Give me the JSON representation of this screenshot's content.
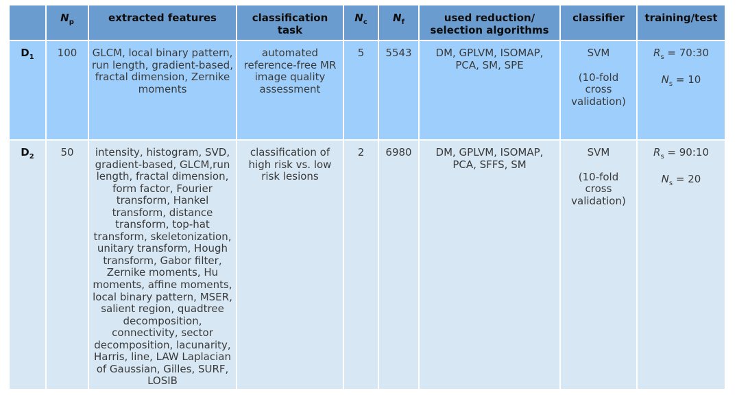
{
  "colors": {
    "page-bg": "#ffffff",
    "header-bg": "#6b9ccf",
    "header-text": "#0d0d0d",
    "row1-bg": "#9ecffc",
    "row2-bg": "#d7e7f3",
    "body-text": "#3a3a3a"
  },
  "table": {
    "header": {
      "dataset": "",
      "np": {
        "var": "N",
        "sub": "p"
      },
      "extracted": "extracted features",
      "task": "classification task",
      "nc": {
        "var": "N",
        "sub": "c"
      },
      "nf": {
        "var": "N",
        "sub": "f"
      },
      "reduction": "used reduction/\nselection algorithms",
      "classifier": "classifier",
      "training": "training/test"
    },
    "rows": [
      {
        "label": {
          "var": "D",
          "sub": "1"
        },
        "np": "100",
        "extracted": "GLCM, local binary pattern, run length, gradient-based, fractal dimension, Zernike moments",
        "task": "automated reference-free MR image quality assessment",
        "nc": "5",
        "nf": "5543",
        "reduction": "DM, GPLVM, ISOMAP, PCA, SM, SPE",
        "classifier_name": "SVM",
        "classifier_note": "(10-fold cross validation)",
        "training": [
          {
            "var": "R",
            "sub": "s",
            "rest": " = 70:30"
          },
          {
            "var": "N",
            "sub": "s",
            "rest": " = 10"
          }
        ]
      },
      {
        "label": {
          "var": "D",
          "sub": "2"
        },
        "np": "50",
        "extracted": "intensity, histogram, SVD, gradient-based, GLCM,run length, fractal dimension, form factor, Fourier transform, Hankel transform, distance transform, top-hat transform, skeletonization, unitary transform, Hough transform, Gabor filter, Zernike moments, Hu moments, affine moments, local binary pattern, MSER, salient region, quadtree decomposition, connectivity, sector decomposition, lacunarity, Harris, line, LAW Laplacian of Gaussian, Gilles, SURF, LOSIB",
        "task": "classification of high risk vs. low risk lesions",
        "nc": "2",
        "nf": "6980",
        "reduction": "DM, GPLVM, ISOMAP, PCA, SFFS, SM",
        "classifier_name": "SVM",
        "classifier_note": "(10-fold cross validation)",
        "training": [
          {
            "var": "R",
            "sub": "s",
            "rest": " = 90:10"
          },
          {
            "var": "N",
            "sub": "s",
            "rest": " = 20"
          }
        ]
      }
    ]
  }
}
